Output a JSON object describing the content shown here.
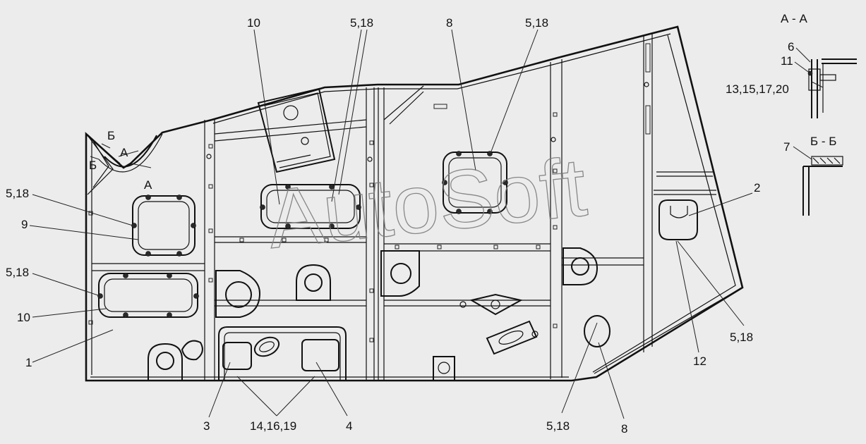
{
  "watermark": "AutoSoft",
  "section_titles": {
    "a_a": "А - А",
    "b_b": "Б - Б"
  },
  "section_marks": {
    "a1": "А",
    "a2": "А",
    "b1": "Б",
    "b2": "Б"
  },
  "callouts": {
    "c10_top": "10",
    "c518_top1": "5,18",
    "c8_top": "8",
    "c518_top2": "5,18",
    "c518_left1": "5,18",
    "c9": "9",
    "c518_left2": "5,18",
    "c10_left": "10",
    "c1": "1",
    "c3": "3",
    "c141619": "14,16,19",
    "c4": "4",
    "c518_bottom": "5,18",
    "c8_bottom": "8",
    "c12": "12",
    "c518_right": "5,18",
    "c2": "2",
    "c6": "6",
    "c11": "11",
    "c13": "13,15,17,20",
    "c7": "7"
  }
}
